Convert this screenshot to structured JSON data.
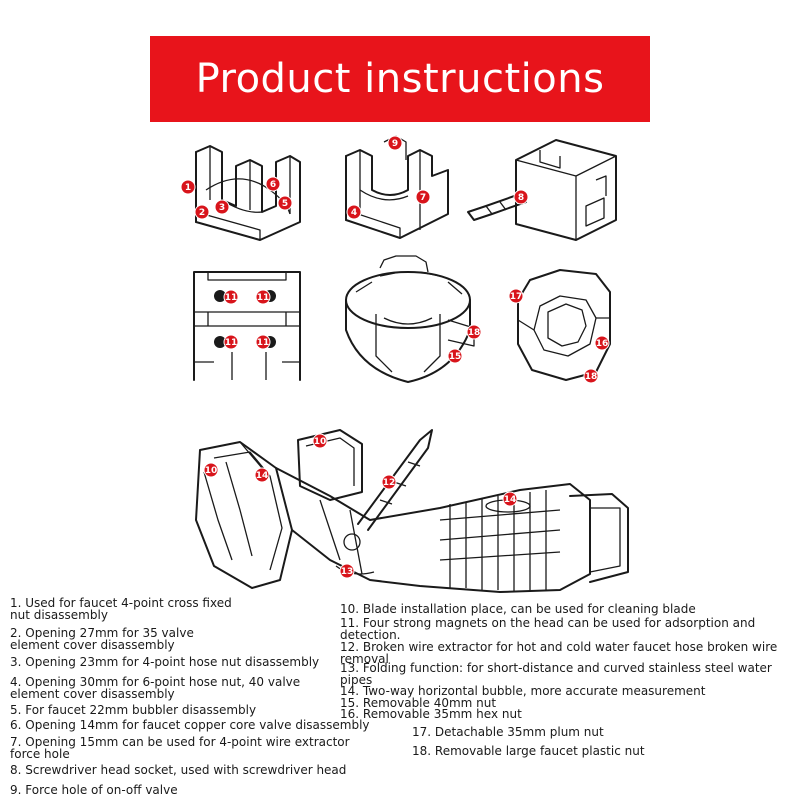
{
  "banner": {
    "title": "Product instructions",
    "color": "#e8141b"
  },
  "badge_color": "#d8141b",
  "instructions": [
    "1. Used for faucet 4-point cross fixed\nnut disassembly",
    "2. Opening 27mm for 35 valve\nelement cover disassembly",
    "3. Opening 23mm for 4-point hose nut disassembly",
    "4. Opening 30mm for 6-point hose nut, 40 valve\nelement cover disassembly",
    "5. For faucet 22mm bubbler disassembly",
    "6. Opening 14mm for faucet copper core valve disassembly",
    "7. Opening 15mm can be used for 4-point wire extractor\nforce hole",
    "8. Screwdriver head socket, used with screwdriver head",
    "9. Force hole of on-off valve",
    "10. Blade installation place, can be used for cleaning blade",
    "11. Four strong magnets on the head can be used for adsorption and\ndetection.",
    "12. Broken wire extractor for hot and cold water faucet hose broken wire\nremoval",
    "13. Folding function: for short-distance and curved stainless steel water\npipes",
    "14. Two-way horizontal bubble, more accurate measurement",
    "15. Removable 40mm nut",
    "16. Removable 35mm hex nut",
    "17. Detachable 35mm plum nut",
    "18. Removable large faucet plastic nut"
  ],
  "badges": {
    "b1": "1",
    "b2": "2",
    "b3": "3",
    "b4": "4",
    "b5": "5",
    "b6": "6",
    "b7": "7",
    "b8": "8",
    "b9": "9",
    "b10": "10",
    "b12": "12",
    "b13": "13",
    "b14": "14",
    "b15": "15",
    "b16": "16",
    "b17": "17",
    "b18": "18",
    "b11": "11"
  }
}
